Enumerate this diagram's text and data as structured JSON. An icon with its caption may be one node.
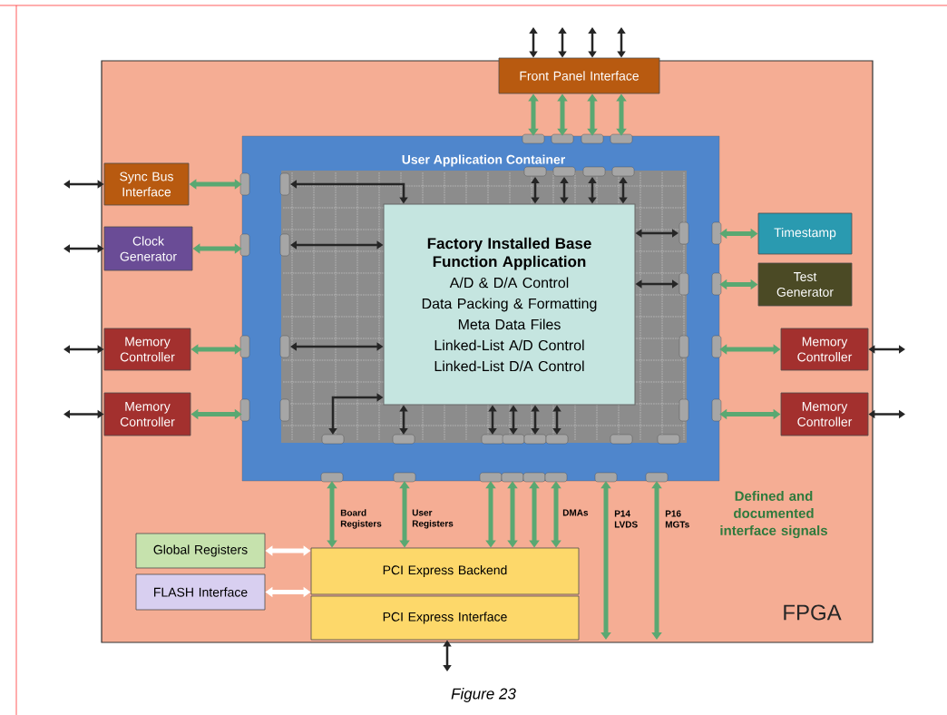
{
  "diagram": {
    "caption": "Figure 23",
    "nodes": [
      {
        "text": [
          "FPGA"
        ]
      },
      {
        "text": [
          "Front Panel Interface"
        ],
        "in": 0
      },
      {
        "text": [
          "User Application Container"
        ],
        "in": 0
      },
      {
        "text": [
          "Factory Installed Base Function Application",
          "A/D & D/A Control",
          "Data Packing & Formatting",
          "Meta Data Files",
          "Linked-List A/D Control",
          "Linked-List D/A Control"
        ],
        "in": 2
      },
      {
        "text": [
          "Sync Bus Interface"
        ],
        "in": 0
      },
      {
        "text": [
          "Clock Generator"
        ],
        "in": 0
      },
      {
        "text": [
          "Memory Controller"
        ],
        "in": 0
      },
      {
        "text": [
          "Memory Controller"
        ],
        "in": 0
      },
      {
        "text": [
          "Timestamp"
        ],
        "in": 0
      },
      {
        "text": [
          "Test Generator"
        ],
        "in": 0
      },
      {
        "text": [
          "Memory Controller"
        ],
        "in": 0
      },
      {
        "text": [
          "Memory Controller"
        ],
        "in": 0
      },
      {
        "text": [
          "Global Registers"
        ],
        "in": 0
      },
      {
        "text": [
          "FLASH Interface"
        ],
        "in": 0
      },
      {
        "text": [
          "PCI Express Backend"
        ],
        "in": 0
      },
      {
        "text": [
          "PCI Express Interface"
        ],
        "in": 0
      }
    ],
    "edges": [
      {
        "from": 1,
        "to": null,
        "arrow": "both"
      },
      {
        "from": 1,
        "to": null,
        "arrow": "both"
      },
      {
        "from": 1,
        "to": null,
        "arrow": "both"
      },
      {
        "from": 1,
        "to": null,
        "arrow": "both"
      },
      {
        "from": 1,
        "to": 2,
        "arrow": "both",
        "style": "thick",
        "color": "#5aa872"
      },
      {
        "from": 1,
        "to": 2,
        "arrow": "both",
        "style": "thick",
        "color": "#5aa872"
      },
      {
        "from": 1,
        "to": 2,
        "arrow": "both",
        "style": "thick",
        "color": "#5aa872"
      },
      {
        "from": 1,
        "to": 2,
        "arrow": "both",
        "style": "thick",
        "color": "#5aa872"
      },
      {
        "from": 4,
        "to": null,
        "arrow": "both"
      },
      {
        "from": 4,
        "to": 2,
        "arrow": "both",
        "style": "thick",
        "color": "#5aa872"
      },
      {
        "from": 5,
        "to": null,
        "arrow": "both"
      },
      {
        "from": 5,
        "to": 2,
        "arrow": "both",
        "style": "thick",
        "color": "#5aa872"
      },
      {
        "from": 6,
        "to": null,
        "arrow": "both"
      },
      {
        "from": 6,
        "to": 2,
        "arrow": "both",
        "style": "thick",
        "color": "#5aa872"
      },
      {
        "from": 7,
        "to": null,
        "arrow": "both"
      },
      {
        "from": 7,
        "to": 2,
        "arrow": "both",
        "style": "thick",
        "color": "#5aa872"
      },
      {
        "from": 2,
        "to": 8,
        "arrow": "both",
        "style": "thick",
        "color": "#5aa872"
      },
      {
        "from": 2,
        "to": 9,
        "arrow": "both",
        "style": "thick",
        "color": "#5aa872"
      },
      {
        "from": 2,
        "to": 10,
        "arrow": "both",
        "style": "thick",
        "color": "#5aa872"
      },
      {
        "from": 10,
        "to": null,
        "arrow": "both"
      },
      {
        "from": 2,
        "to": 11,
        "arrow": "both",
        "style": "thick",
        "color": "#5aa872"
      },
      {
        "from": 11,
        "to": null,
        "arrow": "both"
      },
      {
        "from": 2,
        "to": 14,
        "arrow": "both",
        "style": "thick",
        "color": "#5aa872",
        "label": "Board Registers"
      },
      {
        "from": 2,
        "to": 14,
        "arrow": "both",
        "style": "thick",
        "color": "#5aa872",
        "label": "User Registers"
      },
      {
        "from": 2,
        "to": 14,
        "arrow": "both",
        "style": "thick",
        "color": "#5aa872"
      },
      {
        "from": 2,
        "to": 14,
        "arrow": "both",
        "style": "thick",
        "color": "#5aa872"
      },
      {
        "from": 2,
        "to": 14,
        "arrow": "both",
        "style": "thick",
        "color": "#5aa872"
      },
      {
        "from": 2,
        "to": 14,
        "arrow": "both",
        "style": "thick",
        "color": "#5aa872",
        "label": "DMAs"
      },
      {
        "from": 2,
        "to": null,
        "arrow": "both",
        "style": "thick",
        "color": "#5aa872",
        "label": "P14 LVDS"
      },
      {
        "from": 2,
        "to": null,
        "arrow": "both",
        "style": "thick",
        "color": "#5aa872",
        "label": "P16 MGTs"
      },
      {
        "from": 12,
        "to": 14,
        "arrow": "both",
        "style": "thick",
        "color": "#ffffff"
      },
      {
        "from": 13,
        "to": 14,
        "arrow": "both",
        "style": "thick",
        "color": "#ffffff"
      },
      {
        "from": 15,
        "to": null,
        "arrow": "both"
      },
      {
        "from": null,
        "to": 3,
        "arrow": "both"
      },
      {
        "from": null,
        "to": 3,
        "arrow": "both"
      },
      {
        "from": null,
        "to": 3,
        "arrow": "both"
      },
      {
        "from": null,
        "to": 3,
        "arrow": "both"
      },
      {
        "from": null,
        "to": 3,
        "arrow": "both"
      },
      {
        "from": null,
        "to": 3,
        "arrow": "both"
      },
      {
        "from": null,
        "to": 3,
        "arrow": "both"
      },
      {
        "from": null,
        "to": 3,
        "arrow": "both"
      },
      {
        "from": null,
        "to": 3,
        "arrow": "both"
      },
      {
        "from": null,
        "to": 3,
        "arrow": "both"
      },
      {
        "from": null,
        "to": 3,
        "arrow": "both"
      },
      {
        "from": null,
        "to": 3,
        "arrow": "both"
      },
      {
        "from": null,
        "to": 3,
        "arrow": "both"
      },
      {
        "from": null,
        "to": 3,
        "arrow": "both"
      },
      {
        "from": null,
        "to": 3,
        "arrow": "both"
      }
    ],
    "labels": [
      "Defined and documented interface signals"
    ]
  }
}
